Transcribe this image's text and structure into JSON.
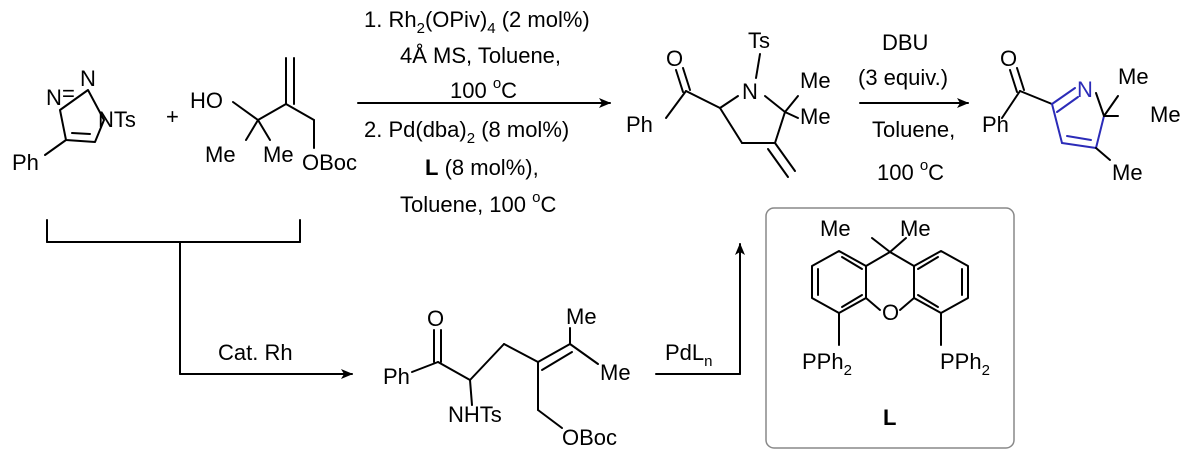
{
  "triazole": {
    "n_left": "N",
    "eq": "=",
    "n_right": "N",
    "nts": "NTs",
    "ph": "Ph"
  },
  "plus": "+",
  "alcohol": {
    "ho": "HO",
    "me1": "Me",
    "me2": "Me",
    "oboc": "OBoc"
  },
  "step1": {
    "line1": "1. Rh",
    "line1_sub": "2",
    "line1_end": "(OPiv)",
    "line1_sub2": "4",
    "line1_tail": " (2 mol%)",
    "line2": "4Å MS, Toluene,",
    "line3": "100 ",
    "line3_sup": "o",
    "line3_end": "C",
    "line4": "2. Pd(dba)",
    "line4_sub": "2",
    "line4_tail": " (8 mol%)",
    "line5_bold": "L",
    "line5_tail": " (8 mol%),",
    "line6": "Toluene,  100 ",
    "line6_sup": "o",
    "line6_end": "C"
  },
  "pyrrolidine": {
    "o": "O",
    "ph": "Ph",
    "n": "N",
    "ts": "Ts",
    "me1": "Me",
    "me2": "Me"
  },
  "step2": {
    "line1": "DBU",
    "line2": "(3 equiv.)",
    "line3": "Toluene,",
    "line4": "100 ",
    "line4_sup": "o",
    "line4_end": "C"
  },
  "pyrrole": {
    "o": "O",
    "ph": "Ph",
    "n": "N",
    "me1": "Me",
    "me2": "Me",
    "me3": "Me"
  },
  "cat_rh": "Cat. Rh",
  "intermediate": {
    "o": "O",
    "ph": "Ph",
    "nhts": "NHTs",
    "me1": "Me",
    "me2": "Me",
    "oboc": "OBoc"
  },
  "pdln": "PdL",
  "pdln_sub": "n",
  "ligand": {
    "me1": "Me",
    "me2": "Me",
    "o": "O",
    "pph2_left": "PPh",
    "pph2_left_sub": "2",
    "pph2_right": "PPh",
    "pph2_right_sub": "2",
    "label": "L"
  },
  "colors": {
    "highlight": "#2b2bb8",
    "box_border": "#888888"
  }
}
